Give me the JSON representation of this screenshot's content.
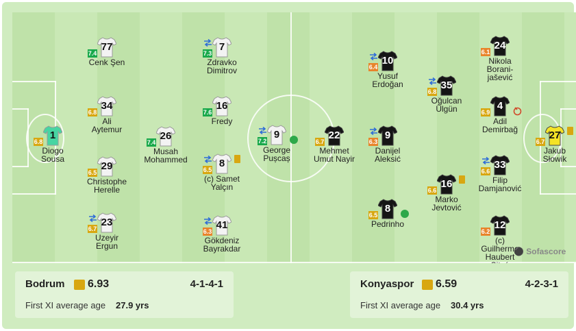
{
  "colors": {
    "rating_green": "#19a94b",
    "rating_yellow": "#d8a711",
    "rating_orange": "#e8842b",
    "sub_blue": "#2f6dd8",
    "home_shirt": "#f3f3f3",
    "away_shirt": "#151515",
    "home_gk": "#47d5a2",
    "away_gk": "#f5e326"
  },
  "home": {
    "team": "Bodrum",
    "rating": "6.93",
    "formation": "4-1-4-1",
    "age_label": "First XI average age",
    "age": "27.9 yrs",
    "players": [
      {
        "num": "1",
        "name": "Diogo\nSousa",
        "rating": "6.8",
        "band": "yellow",
        "gk": true
      },
      {
        "num": "77",
        "name": "Cenk Şen",
        "rating": "7.4",
        "band": "green"
      },
      {
        "num": "34",
        "name": "Ali\nAytemur",
        "rating": "6.8",
        "band": "yellow"
      },
      {
        "num": "29",
        "name": "Christophe\nHerelle",
        "rating": "6.5",
        "band": "yellow"
      },
      {
        "num": "23",
        "name": "Uzeyir\nErgun",
        "rating": "6.7",
        "band": "yellow",
        "sub": true
      },
      {
        "num": "26",
        "name": "Musah\nMohammed",
        "rating": "7.4",
        "band": "green"
      },
      {
        "num": "7",
        "name": "Zdravko\nDimitrov",
        "rating": "7.3",
        "band": "green",
        "sub": true
      },
      {
        "num": "16",
        "name": "Fredy",
        "rating": "7.6",
        "band": "green"
      },
      {
        "num": "8",
        "name": "(c) Samet\nYalçın",
        "rating": "6.5",
        "band": "yellow",
        "sub": true,
        "card": true
      },
      {
        "num": "41",
        "name": "Gökdeniz\nBayrakdar",
        "rating": "6.3",
        "band": "orange",
        "sub": true
      },
      {
        "num": "9",
        "name": "George\nPușcaș",
        "rating": "7.2",
        "band": "green",
        "sub": true,
        "goal": true
      }
    ]
  },
  "away": {
    "team": "Konyaspor",
    "rating": "6.59",
    "formation": "4-2-3-1",
    "age_label": "First XI average age",
    "age": "30.4 yrs",
    "players": [
      {
        "num": "22",
        "name": "Mehmet\nUmut Nayir",
        "rating": "6.7",
        "band": "yellow"
      },
      {
        "num": "10",
        "name": "Yusuf\nErdoğan",
        "rating": "6.4",
        "band": "orange",
        "sub": true
      },
      {
        "num": "9",
        "name": "Danijel\nAleksić",
        "rating": "6.3",
        "band": "orange",
        "sub": true
      },
      {
        "num": "8",
        "name": "Pedrinho",
        "rating": "6.5",
        "band": "yellow",
        "goal": true
      },
      {
        "num": "35",
        "name": "Oğulcan\nÜlgün",
        "rating": "6.8",
        "band": "yellow",
        "sub": true
      },
      {
        "num": "16",
        "name": "Marko\nJevtović",
        "rating": "6.6",
        "band": "yellow",
        "card": true
      },
      {
        "num": "24",
        "name": "Nikola\nBorani-\njašević",
        "rating": "6.1",
        "band": "orange"
      },
      {
        "num": "4",
        "name": "Adil\nDemirbağ",
        "rating": "6.9",
        "band": "yellow",
        "own": true
      },
      {
        "num": "33",
        "name": "Filip\nDamjanović",
        "rating": "6.6",
        "band": "yellow",
        "sub": true
      },
      {
        "num": "12",
        "name": "(c)\nGuilherme\nHaubert\nSityá",
        "rating": "6.2",
        "band": "orange"
      },
      {
        "num": "27",
        "name": "Jakub\nSłowik",
        "rating": "6.7",
        "band": "yellow",
        "gk": true,
        "card": true
      }
    ]
  },
  "brand": "Sofascore"
}
